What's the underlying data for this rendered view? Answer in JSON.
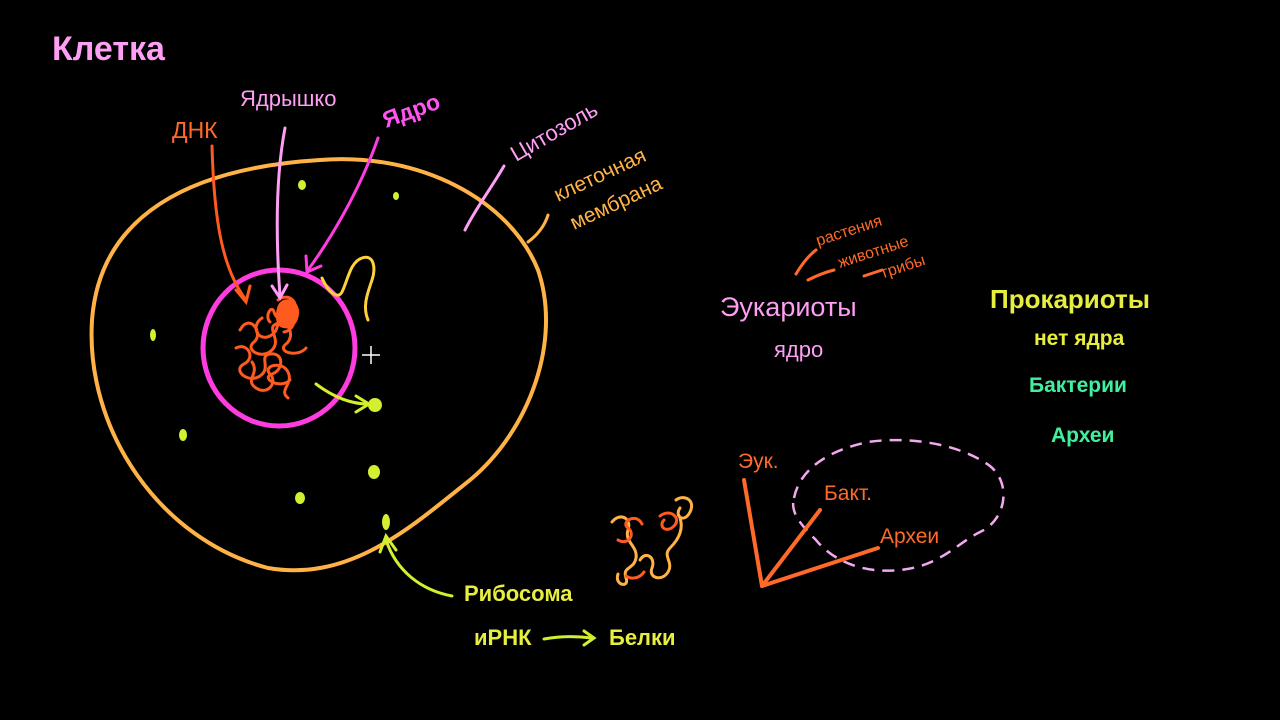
{
  "title": "Клетка",
  "colors": {
    "background": "#000000",
    "membrane": "#ffb347",
    "nucleus": "#ff3ce0",
    "dna": "#ff5a1f",
    "ribosome": "#d4ee30",
    "pink_text": "#ff9ef5",
    "magenta_text": "#ff55f0",
    "orange_text": "#ff6a2a",
    "yellow_text": "#e6ee40",
    "green_text": "#40f0a0",
    "dashed_blob": "#f4a8f0"
  },
  "cell_labels": {
    "dna": "ДНК",
    "nucleolus": "Ядрышко",
    "nucleus": "Ядро",
    "cytosol": "Цитозоль",
    "membrane_line1": "клеточная",
    "membrane_line2": "мембрана",
    "ribosome": "Рибосома",
    "mrna": "иРНК",
    "proteins": "Белки"
  },
  "eukaryotes": {
    "title": "Эукариоты",
    "feature": "ядро",
    "examples": [
      "растения",
      "животные",
      "грибы"
    ]
  },
  "prokaryotes": {
    "title": "Прокариоты",
    "feature": "нет ядра",
    "groups": [
      "Бактерии",
      "Археи"
    ]
  },
  "tree": {
    "labels": [
      "Эук.",
      "Бакт.",
      "Археи"
    ]
  }
}
